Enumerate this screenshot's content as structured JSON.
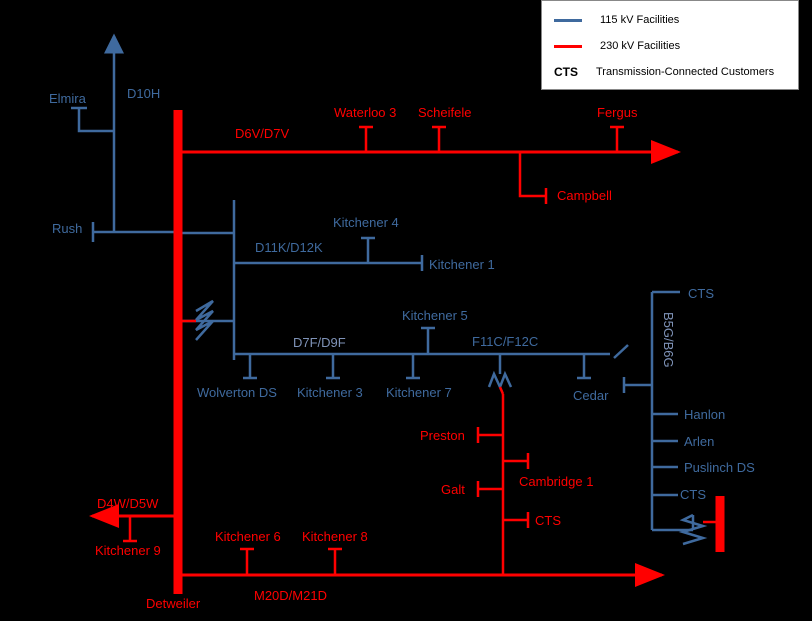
{
  "colors": {
    "kv115": "#3f6a9e",
    "kv230": "#ff0000",
    "background": "#000000"
  },
  "legend": {
    "kv115_label": "115 kV Facilities",
    "kv230_label": "230 kV Facilities",
    "cts_code": "CTS",
    "cts_label": "Transmission-Connected Customers"
  },
  "circuits": {
    "d10h": "D10H",
    "d6v_d7v": "D6V/D7V",
    "d11k_d12k": "D11K/D12K",
    "d7f_d9f": "D7F/D9F",
    "f11c_f12c": "F11C/F12C",
    "b5g_b6g": "B5G/B6G",
    "d4w_d5w": "D4W/D5W",
    "m20d_m21d": "M20D/M21D"
  },
  "stations": {
    "elmira": "Elmira",
    "rush": "Rush",
    "waterloo3": "Waterloo 3",
    "scheifele": "Scheifele",
    "fergus": "Fergus",
    "campbell": "Campbell",
    "kitchener4": "Kitchener 4",
    "kitchener1": "Kitchener 1",
    "kitchener5": "Kitchener 5",
    "wolverton": "Wolverton DS",
    "kitchener3": "Kitchener 3",
    "kitchener7": "Kitchener 7",
    "cedar": "Cedar",
    "cts_top": "CTS",
    "hanlon": "Hanlon",
    "arlen": "Arlen",
    "puslinch": "Puslinch DS",
    "cts_bottom": "CTS",
    "preston": "Preston",
    "cambridge1": "Cambridge 1",
    "galt": "Galt",
    "cts_red": "CTS",
    "kitchener9": "Kitchener 9",
    "kitchener6": "Kitchener 6",
    "kitchener8": "Kitchener 8",
    "detweiler": "Detweiler"
  }
}
